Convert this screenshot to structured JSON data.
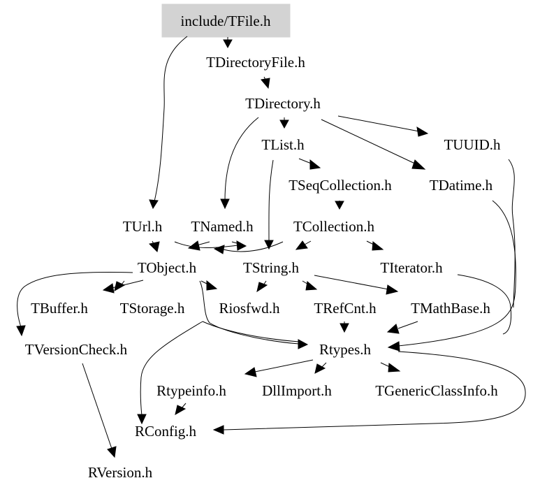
{
  "root": {
    "label": "include/TFile.h",
    "fill": "#d3d3d3"
  },
  "nodes": {
    "tdirectoryfile": "TDirectoryFile.h",
    "tdirectory": "TDirectory.h",
    "tlist": "TList.h",
    "tuuid": "TUUID.h",
    "tseqcollection": "TSeqCollection.h",
    "tdatime": "TDatime.h",
    "turl": "TUrl.h",
    "tnamed": "TNamed.h",
    "tcollection": "TCollection.h",
    "tobject": "TObject.h",
    "tstring": "TString.h",
    "titerator": "TIterator.h",
    "tbuffer": "TBuffer.h",
    "tstorage": "TStorage.h",
    "riosfwd": "Riosfwd.h",
    "trefcnt": "TRefCnt.h",
    "tmathbase": "TMathBase.h",
    "tversioncheck": "TVersionCheck.h",
    "rtypes": "Rtypes.h",
    "rtypeinfo": "Rtypeinfo.h",
    "dllimport": "DllImport.h",
    "tgenericclassinfo": "TGenericClassInfo.h",
    "rconfig": "RConfig.h",
    "rversion": "RVersion.h"
  }
}
